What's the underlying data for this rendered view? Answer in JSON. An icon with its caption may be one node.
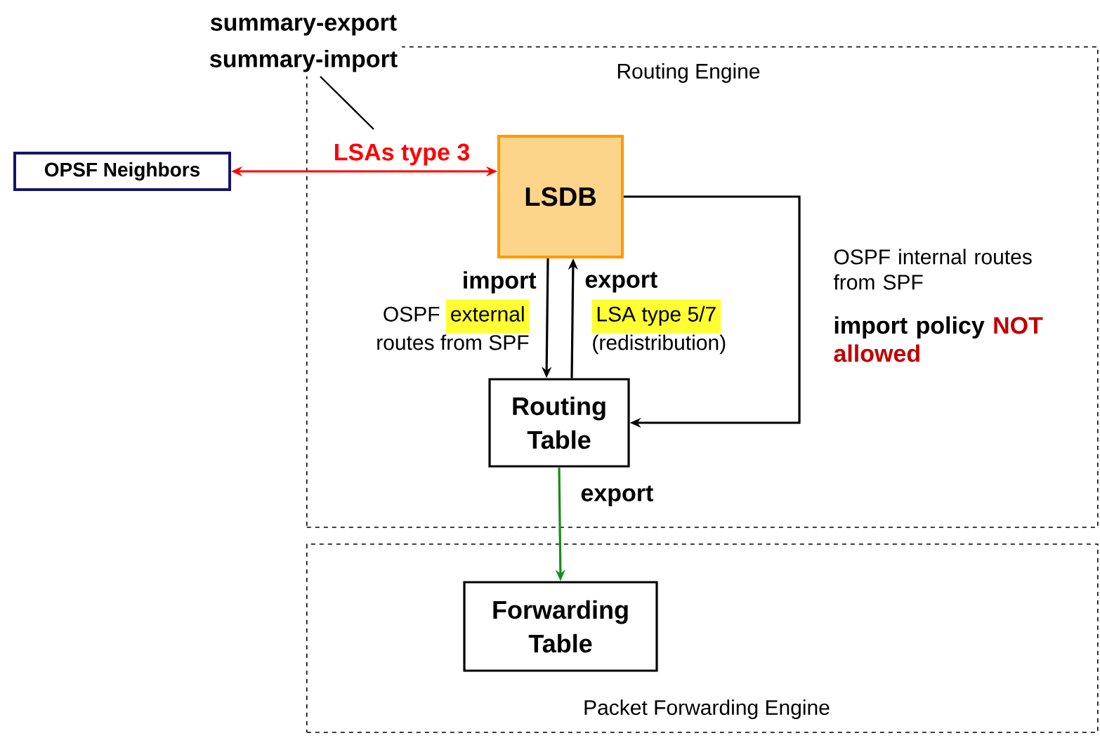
{
  "diagram": {
    "nodes": [
      {
        "text": [
          "Routing Engine"
        ]
      },
      {
        "text": [
          "LSDB"
        ],
        "in": 0
      },
      {
        "text": [
          "Routing Table"
        ],
        "in": 0
      },
      {
        "text": [
          "Packet Forwarding Engine"
        ]
      },
      {
        "text": [
          "Forwarding Table"
        ],
        "in": 3
      },
      {
        "text": [
          "OPSF Neighbors"
        ]
      },
      {
        "text": [
          "summary-export",
          "summary-import"
        ]
      }
    ],
    "edges": [
      {
        "from": 5,
        "to": 1,
        "arrow": "both",
        "label": "LSAs type 3",
        "color": "#ff0000"
      },
      {
        "from": 1,
        "to": 2,
        "arrow": "to",
        "label": "import"
      },
      {
        "from": 2,
        "to": 1,
        "arrow": "to",
        "label": "export"
      },
      {
        "from": 1,
        "to": 2,
        "arrow": "to"
      },
      {
        "from": 2,
        "to": 4,
        "arrow": "to",
        "label": "export",
        "color": "#1a8a1a"
      },
      {
        "from": 6,
        "to": null,
        "arrow": "none"
      }
    ],
    "labels": [
      "OSPF",
      "external",
      "routes from SPF",
      "LSA type 5/7",
      "(redistribution)",
      "OSPF internal routes from SPF",
      "import policy",
      "NOT allowed"
    ]
  }
}
